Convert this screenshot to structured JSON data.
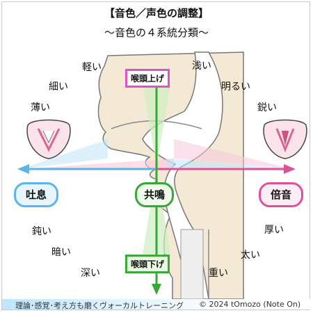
{
  "title": "【音色／声色の調整】",
  "subtitle": "〜音色の４系統分類〜",
  "labels": {
    "light": "軽い",
    "thin_narrow": "細い",
    "thin": "薄い",
    "shallow": "浅い",
    "bright": "明るい",
    "sharp": "鋭い",
    "dull": "鈍い",
    "dark": "暗い",
    "deep": "深い",
    "thick": "厚い",
    "fat": "太い",
    "heavy": "重い"
  },
  "tags": {
    "larynx_up": "喉頭上げ",
    "larynx_down": "喉頭下げ"
  },
  "ovals": {
    "breathy": "吐息",
    "resonance": "共鳴",
    "overtone": "倍音"
  },
  "footer": {
    "left": "理論･感覚･考え方も磨くヴォーカルトレーニング",
    "right": "© 2024 tOmozo (Note On)"
  },
  "colors": {
    "blue": "#5bb4ea",
    "green": "#39a737",
    "pink": "#e0509a",
    "magenta": "#e050c8"
  }
}
